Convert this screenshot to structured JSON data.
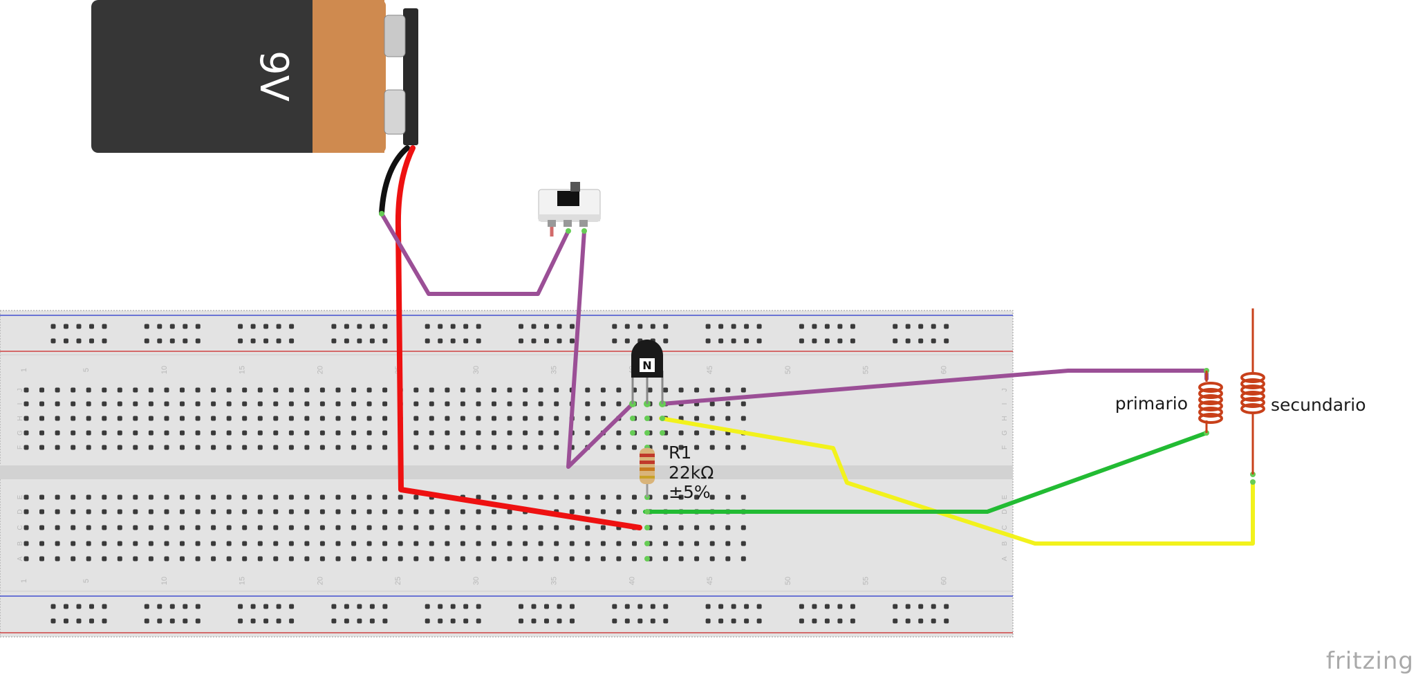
{
  "battery": {
    "label": "9V"
  },
  "resistor": {
    "name": "R1",
    "value": "22kΩ",
    "tolerance": "±5%"
  },
  "coils": {
    "primary": "primario",
    "secondary": "secundario"
  },
  "breadboard": {
    "column_numbers": [
      "1",
      "5",
      "10",
      "15",
      "20",
      "25",
      "30",
      "35",
      "40",
      "45",
      "50",
      "55",
      "60"
    ],
    "top_row_letters": [
      "J",
      "I",
      "H",
      "G",
      "F"
    ],
    "bottom_row_letters": [
      "E",
      "D",
      "C",
      "B",
      "A"
    ]
  },
  "colors": {
    "wire_red": "#ee1111",
    "wire_black": "#111111",
    "wire_purple": "#9b4f96",
    "wire_yellow": "#f2f21c",
    "wire_green": "#22bb33",
    "battery_body": "#363636",
    "battery_cap": "#cf8a4f",
    "board": "#e3e3e3",
    "rail_blue": "#2233cc",
    "rail_red": "#cc2222",
    "coil": "#c8401a"
  },
  "logo": "fritzing"
}
